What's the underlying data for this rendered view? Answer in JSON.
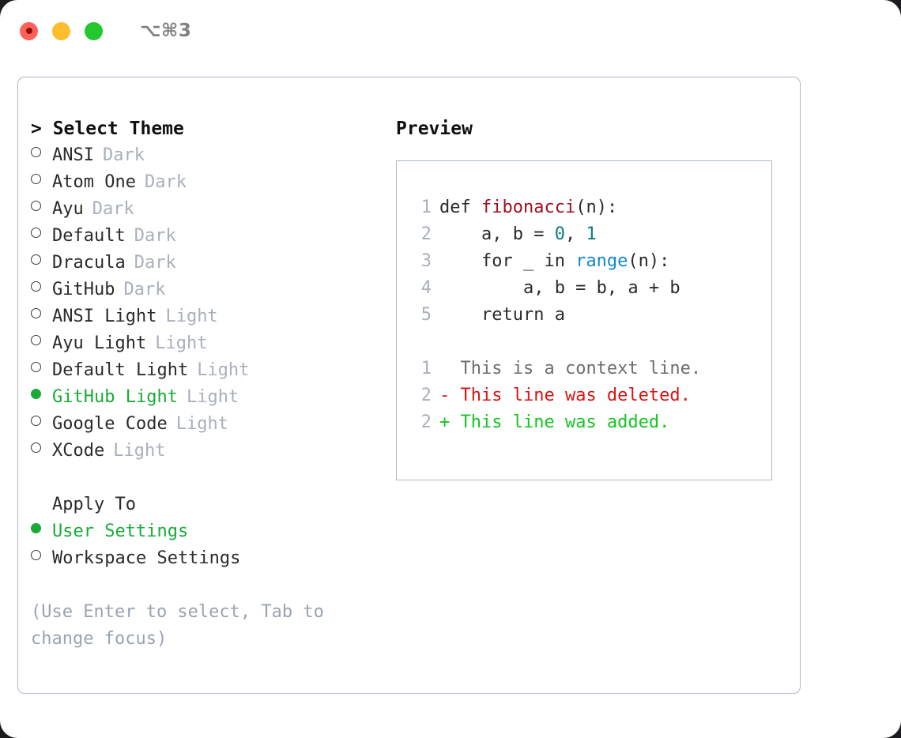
{
  "titlebar": {
    "shortcut": "⌥⌘3",
    "dots": [
      {
        "name": "close",
        "color": "#ff6058"
      },
      {
        "name": "minimize",
        "color": "#ffbd2e"
      },
      {
        "name": "maximize",
        "color": "#24c72e"
      }
    ]
  },
  "theme_picker": {
    "header": "> Select Theme",
    "caret": ">",
    "title": "Select Theme",
    "selected_index": 9,
    "items": [
      {
        "label": "ANSI",
        "tag": "Dark",
        "selected": false
      },
      {
        "label": "Atom One",
        "tag": "Dark",
        "selected": false
      },
      {
        "label": "Ayu",
        "tag": "Dark",
        "selected": false
      },
      {
        "label": "Default",
        "tag": "Dark",
        "selected": false
      },
      {
        "label": "Dracula",
        "tag": "Dark",
        "selected": false
      },
      {
        "label": "GitHub",
        "tag": "Dark",
        "selected": false
      },
      {
        "label": "ANSI Light",
        "tag": "Light",
        "selected": false
      },
      {
        "label": "Ayu Light",
        "tag": "Light",
        "selected": false
      },
      {
        "label": "Default Light",
        "tag": "Light",
        "selected": false
      },
      {
        "label": "GitHub Light",
        "tag": "Light",
        "selected": true
      },
      {
        "label": "Google Code",
        "tag": "Light",
        "selected": false
      },
      {
        "label": "XCode",
        "tag": "Light",
        "selected": false
      }
    ]
  },
  "apply_to": {
    "title": "Apply To",
    "selected_index": 0,
    "items": [
      {
        "label": "User Settings",
        "selected": true
      },
      {
        "label": "Workspace Settings",
        "selected": false
      }
    ]
  },
  "hint": "(Use Enter to select, Tab to change focus)",
  "preview": {
    "title": "Preview",
    "code_lines": [
      {
        "number": "1",
        "segments": [
          {
            "text": "def ",
            "kind": "plain"
          },
          {
            "text": "fibonacci",
            "kind": "fn"
          },
          {
            "text": "(n):",
            "kind": "plain"
          }
        ]
      },
      {
        "number": "2",
        "segments": [
          {
            "text": "    a, b = ",
            "kind": "plain"
          },
          {
            "text": "0",
            "kind": "num"
          },
          {
            "text": ", ",
            "kind": "plain"
          },
          {
            "text": "1",
            "kind": "num"
          }
        ]
      },
      {
        "number": "3",
        "segments": [
          {
            "text": "    for _ in ",
            "kind": "plain"
          },
          {
            "text": "range",
            "kind": "call"
          },
          {
            "text": "(n):",
            "kind": "plain"
          }
        ]
      },
      {
        "number": "4",
        "segments": [
          {
            "text": "        a, b = b, a + b",
            "kind": "plain"
          }
        ]
      },
      {
        "number": "5",
        "segments": [
          {
            "text": "    return a",
            "kind": "plain"
          }
        ]
      }
    ],
    "diff_lines": [
      {
        "number": "1",
        "marker": "  ",
        "text": "This is a context line.",
        "kind": "ctx"
      },
      {
        "number": "2",
        "marker": "- ",
        "text": "This line was deleted.",
        "kind": "del"
      },
      {
        "number": "2",
        "marker": "+ ",
        "text": "This line was added.",
        "kind": "add"
      }
    ]
  },
  "colors": {
    "selected_green": "#18ab36",
    "muted_gray": "#a9b0ba",
    "hint_gray": "#9aa3b0",
    "border": "#aeb7c2",
    "code_fn": "#9e1220",
    "code_num": "#0b7d7d",
    "code_call": "#1189c9",
    "diff_added": "#14c621",
    "diff_deleted": "#d81414",
    "diff_context": "#6e6e6e"
  }
}
